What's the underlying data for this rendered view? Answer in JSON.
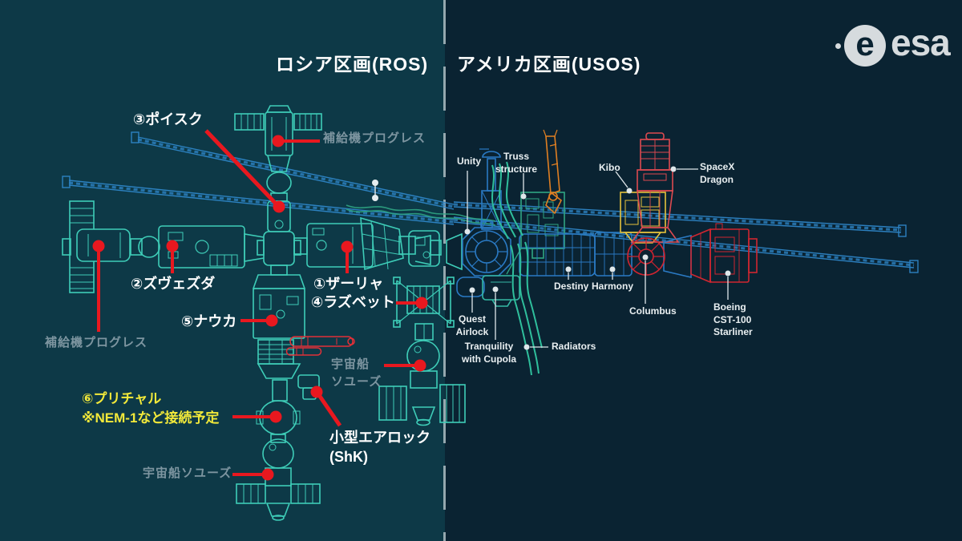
{
  "header": {
    "ros": "ロシア区画(ROS)",
    "usos": "アメリカ区画(USOS)"
  },
  "ros_labels": {
    "poisk": "③ポイスク",
    "progress_top": "補給機プログレス",
    "zvezda": "②ズヴェズダ",
    "zarya": "①ザーリャ",
    "rassvet": "④ラズベット",
    "nauka": "⑤ナウカ",
    "progress_left": "補給機プログレス",
    "prichal": "⑥プリチャル\n※NEM-1など接続予定",
    "soyuz_right": "宇宙船\nソユーズ",
    "airlock": "小型エアロック\n(ShK)",
    "soyuz_bottom": "宇宙船ソユーズ"
  },
  "usos_labels": {
    "unity": "Unity",
    "truss": "Truss\nstructure",
    "kibo": "Kibo",
    "dragon": "SpaceX\nDragon",
    "destiny": "Destiny",
    "harmony": "Harmony",
    "columbus": "Columbus",
    "boeing": "Boeing\nCST-100\nStarliner",
    "quest": "Quest\nAirlock",
    "tranquility": "Tranquility\nwith Cupola",
    "radiators": "Radiators"
  },
  "esa": {
    "logo_mark": "e",
    "logo_text": "esa"
  },
  "colors": {
    "bg_left": "#0d3947",
    "bg_right": "#0a2332",
    "divider": "#cfd9dd",
    "ros_teal": "#3ecdb8",
    "usos_blue": "#2a7ac4",
    "boom_blue": "#2e86c8",
    "truss_green": "#2fa583",
    "radiator_green": "#2fbf9c",
    "crane_orange": "#e07f22",
    "kibo_yellow": "#e5c23c",
    "module_red": "#d0262e",
    "annotation_red": "#e8181f",
    "label_yellow": "#f2e93a",
    "label_gray": "#7d95a0",
    "label_white": "#ffffff",
    "esa_gray": "#d6dbde"
  }
}
